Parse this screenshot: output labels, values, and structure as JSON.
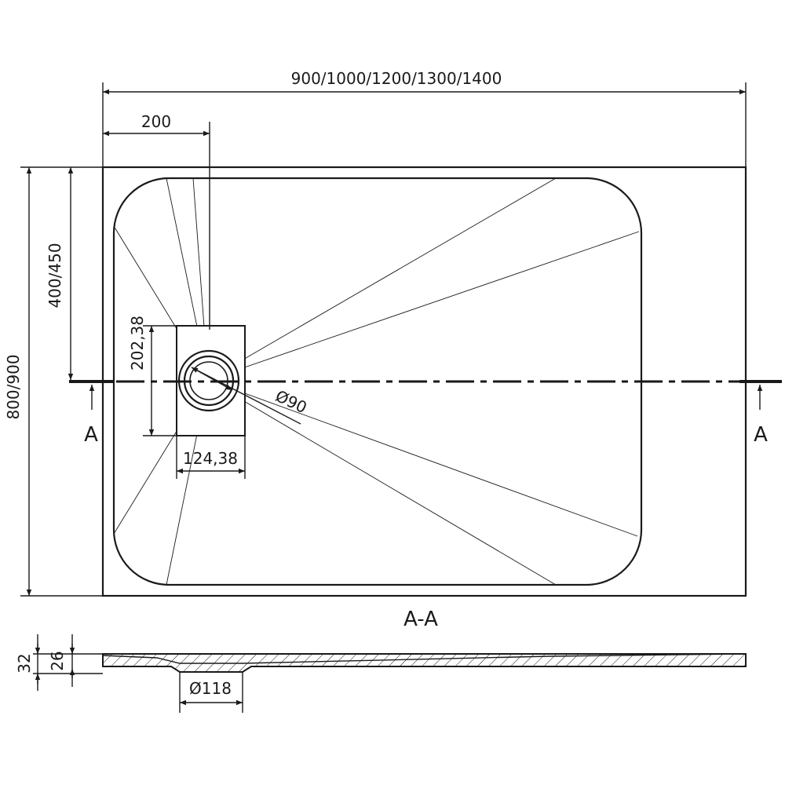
{
  "colors": {
    "ink": "#1a1a1a",
    "background": "#ffffff"
  },
  "dimensions": {
    "overall_width": "900/1000/1200/1300/1400",
    "drain_offset_x": "200",
    "overall_depth": "800/900",
    "drain_offset_y": "400/450",
    "drain_cover_height": "202,38",
    "drain_cover_width": "124,38",
    "drain_diameter": "Ø90",
    "outlet_diameter": "Ø118",
    "total_thickness": "32",
    "rim_thickness": "26"
  },
  "section": {
    "marker_left": "A",
    "marker_right": "A",
    "title": "A-A"
  }
}
